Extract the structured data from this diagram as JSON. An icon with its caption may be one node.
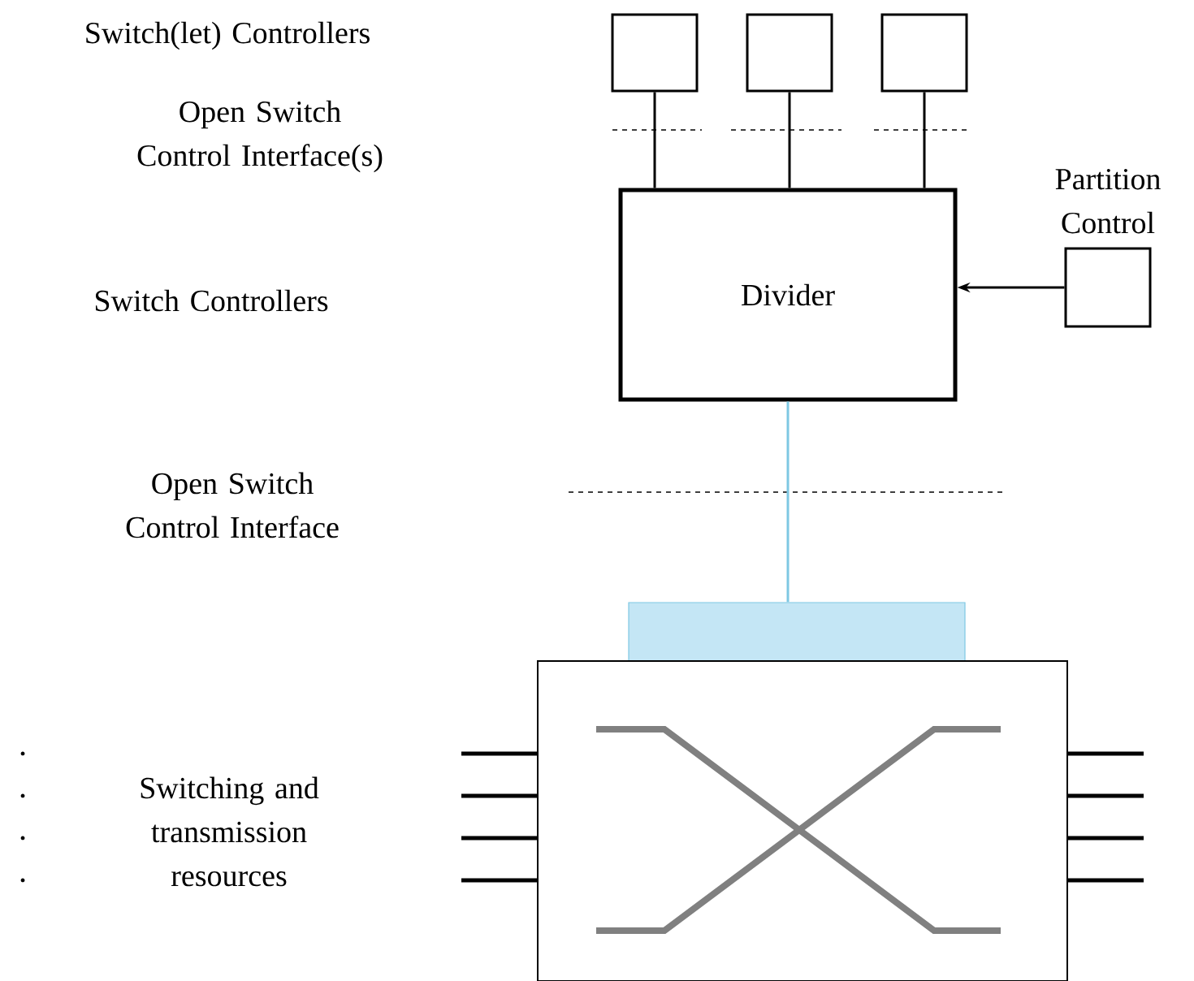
{
  "diagram": {
    "nodes": [
      {
        "text": [],
        "shape": "box"
      },
      {
        "text": [],
        "shape": "box"
      },
      {
        "text": [],
        "shape": "box"
      },
      {
        "text": [
          "Divider"
        ]
      },
      {
        "text": [
          "Partition Control"
        ]
      },
      {
        "text": [],
        "shape": "box"
      },
      {
        "text": [],
        "shape": "box"
      }
    ],
    "edges": [
      {
        "from": 0,
        "to": 3,
        "arrow": "none"
      },
      {
        "from": 1,
        "to": 3,
        "arrow": "none"
      },
      {
        "from": 2,
        "to": 3,
        "arrow": "none"
      },
      {
        "from": 4,
        "to": 3,
        "arrow": "to"
      },
      {
        "from": 3,
        "to": 5,
        "arrow": "none",
        "color": "#7ec8e3"
      }
    ],
    "labels": [
      "Switch(let) Controllers",
      "Open Switch Control Interface(s)",
      "Switch Controllers",
      "Open Switch Control Interface",
      "Switching and transmission resources"
    ]
  }
}
